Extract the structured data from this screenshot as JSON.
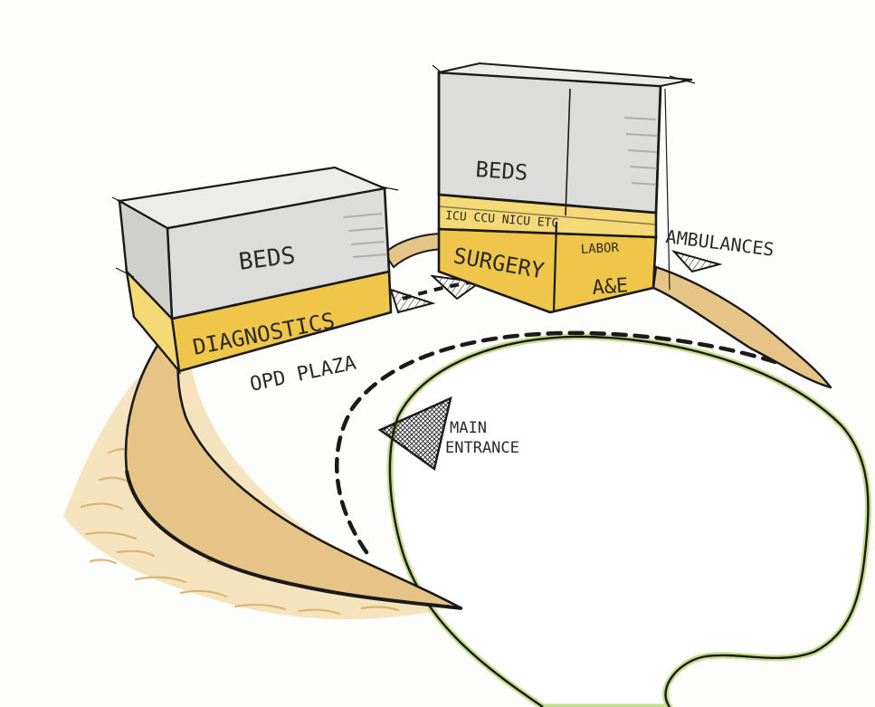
{
  "labels": {
    "beds_left": "BEDS",
    "beds_right": "BEDS",
    "diagnostics": "DIAGNOSTICS",
    "icu_etc": "ICU CCU NICU ETC",
    "labor": "LABOR",
    "surgery": "SURGERY",
    "ae": "A&E",
    "ambulances": "AMBULANCES",
    "opd_plaza": "OPD PLAZA",
    "main_entrance_line1": "MAIN",
    "main_entrance_line2": "ENTRANCE"
  },
  "colors": {
    "paper": "#fdfdfb",
    "ink": "#222222",
    "beds_gray": "#dcdcda",
    "beds_gray_dark": "#c3c3c0",
    "podium_yellow": "#efc64a",
    "podium_yellow_light": "#f6d977",
    "road_tan": "#e6c487",
    "hatch_tan": "#e9c98e",
    "lawn_edge": "#c7dd8e"
  }
}
